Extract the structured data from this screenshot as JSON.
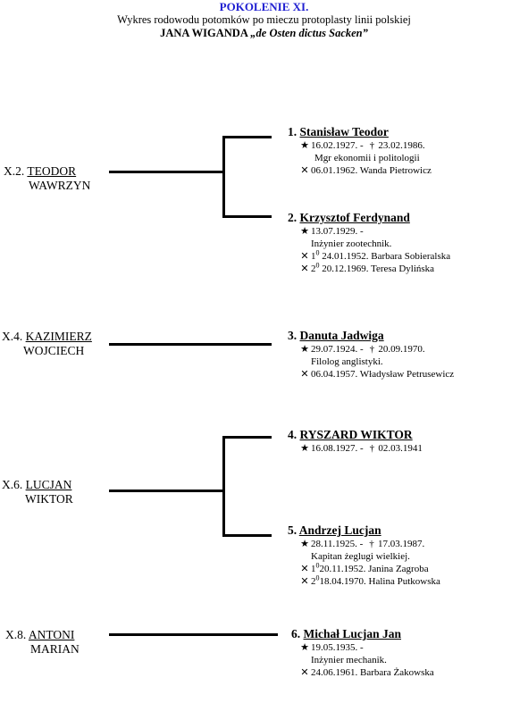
{
  "header": {
    "title": "POKOLENIE XI.",
    "subtitle": "Wykres rodowodu potomków po mieczu protoplasty linii polskiej",
    "founder_prefix": "JANA WIGANDA",
    "founder_suffix": "„de Osten dictus Sacken”"
  },
  "parents": [
    {
      "num": "X.2.",
      "first": "TEODOR",
      "second": "WAWRZYN"
    },
    {
      "num": "X.4.",
      "first": "KAZIMIERZ",
      "second": "WOJCIECH"
    },
    {
      "num": "X.6.",
      "first": "LUCJAN",
      "second": "WIKTOR"
    },
    {
      "num": "X.8.",
      "first": "ANTONI",
      "second": "MARIAN"
    }
  ],
  "children": [
    {
      "num": "1.",
      "name": "Stanisław Teodor",
      "birth": "16.02.1927. - ",
      "death": "23.02.1986.",
      "profession": "Mgr ekonomii i politologii",
      "marriages": [
        {
          "ord": "",
          "text": "06.01.1962. Wanda Pietrowicz"
        }
      ]
    },
    {
      "num": "2.",
      "name": "Krzysztof Ferdynand",
      "birth": "13.07.1929. -",
      "death": "",
      "profession": "Inżynier zootechnik.",
      "marriages": [
        {
          "ord_num": "1",
          "ord_sup": "0",
          "text": " 24.01.1952. Barbara Sobieralska"
        },
        {
          "ord_num": "2",
          "ord_sup": "0",
          "text": " 20.12.1969. Teresa Dylińska"
        }
      ]
    },
    {
      "num": "3.",
      "name": "Danuta Jadwiga",
      "birth": "29.07.1924. - ",
      "death": "20.09.1970.",
      "profession": "Filolog anglistyki.",
      "marriages": [
        {
          "text": "06.04.1957. Władysław Petrusewicz"
        }
      ]
    },
    {
      "num": "4.",
      "name": "RYSZARD WIKTOR",
      "birth": "16.08.1927. - ",
      "death": "02.03.1941"
    },
    {
      "num": "5.",
      "name": "Andrzej Lucjan",
      "birth": "28.11.1925. - ",
      "death": "17.03.1987.",
      "profession": "Kapitan żeglugi wielkiej.",
      "marriages": [
        {
          "ord_num": "1",
          "ord_sup": "0",
          "text": "20.11.1952. Janina Zagroba"
        },
        {
          "ord_num": "2",
          "ord_sup": "0",
          "text": "18.04.1970. Halina Putkowska"
        }
      ]
    },
    {
      "num": "6.",
      "name": "Michał Lucjan Jan",
      "birth": "19.05.1935. -",
      "death": "",
      "profession": "Inżynier mechanik.",
      "marriages": [
        {
          "text": "24.06.1961. Barbara Żakowska"
        }
      ]
    }
  ],
  "symbols": {
    "birth": "★",
    "death": "†",
    "marriage": "✕"
  }
}
